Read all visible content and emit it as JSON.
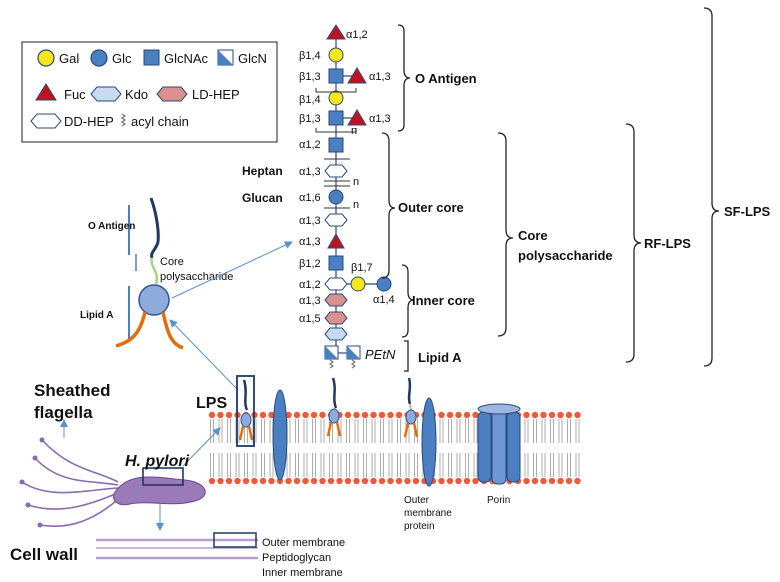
{
  "legend": {
    "gal": "Gal",
    "glc": "Glc",
    "glcnac": "GlcNAc",
    "glcn": "GlcN",
    "fuc": "Fuc",
    "kdo": "Kdo",
    "ld_hep": "LD-HEP",
    "dd_hep": "DD-HEP",
    "acyl_chain": "acyl chain"
  },
  "colors": {
    "gal": "#f5e71a",
    "blue": "#4a7fc1",
    "fuc": "#c1131f",
    "kdo": "#c7daf2",
    "ld_hep": "#d9908f",
    "membrane_head": "#ee5a3a",
    "orange_tail": "#e46c0a",
    "navy": "#1f3864",
    "arrow": "#5b8fd0",
    "purple": "#8a6ab0"
  },
  "linkages": {
    "a12_top": "α1,2",
    "b14_a": "β1,4",
    "b13_a": "β1,3",
    "a13_a": "α1,3",
    "b14_b": "β1,4",
    "b13_b": "β1,3",
    "a13_b": "α1,3",
    "n1": "n",
    "a12_b": "α1,2",
    "a13_hep": "α1,3",
    "n2": "n",
    "a16": "α1,6",
    "n3": "n",
    "a13_c": "α1,3",
    "a13_d": "α1,3",
    "b12": "β1,2",
    "b17": "β1,7",
    "a12_c": "α1,2",
    "a14": "α1,4",
    "a13_e": "α1,3",
    "a15": "α1,5",
    "petn": "PEtN"
  },
  "region_labels": {
    "heptan": "Heptan",
    "glucan": "Glucan",
    "o_antigen": "O Antigen",
    "outer_core": "Outer core",
    "inner_core": "Inner core",
    "lipid_a": "Lipid A",
    "core_poly_1": "Core",
    "core_poly_2": "polysaccharide",
    "rf_lps": "RF-LPS",
    "sf_lps": "SF-LPS"
  },
  "schematic": {
    "o_antigen": "O Antigen",
    "core_1": "Core",
    "core_2": "polysaccharide",
    "lipid_a": "Lipid A"
  },
  "bottom": {
    "sheathed_1": "Sheathed",
    "sheathed_2": "flagella",
    "h_pylori": "H. pylori",
    "lps": "LPS",
    "cell_wall": "Cell wall",
    "outer_membrane": "Outer membrane",
    "peptidoglycan": "Peptidoglycan",
    "inner_membrane": "Inner membrane",
    "omp_1": "Outer",
    "omp_2": "membrane",
    "omp_3": "protein",
    "porin": "Porin"
  }
}
